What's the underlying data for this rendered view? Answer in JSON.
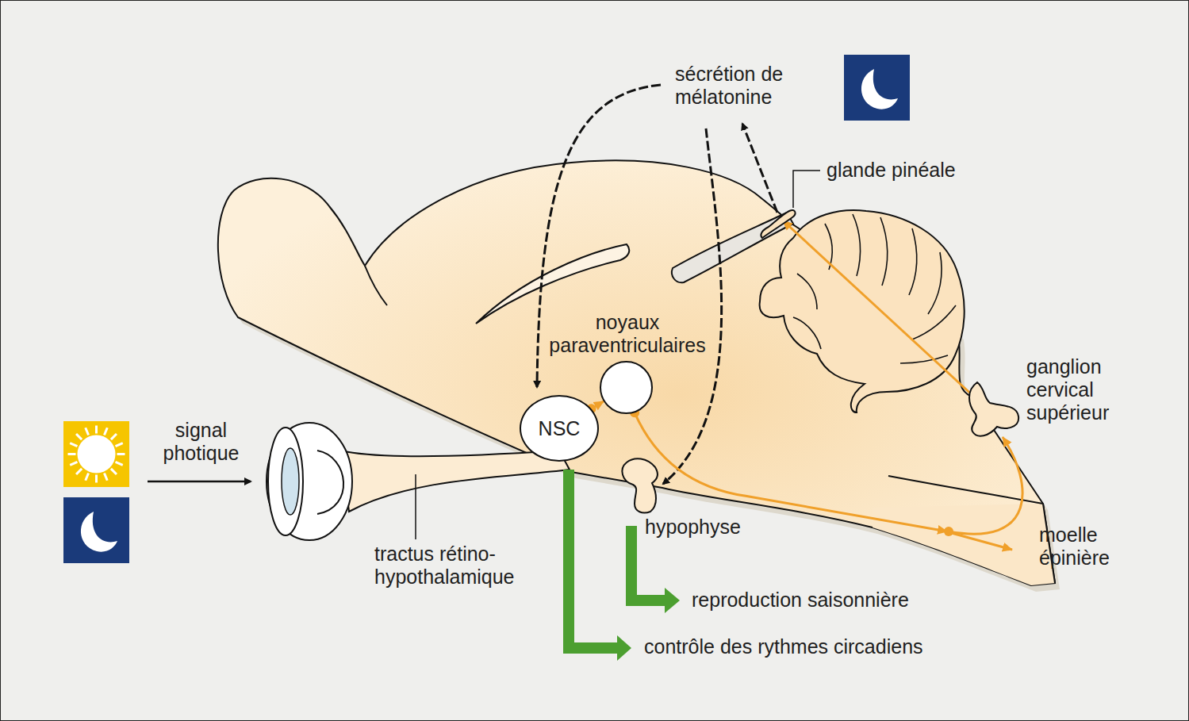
{
  "diagram": {
    "nodes": [
      {
        "text": [
          "glande pinéale"
        ]
      },
      {
        "text": [
          "noyaux paraventriculaires"
        ]
      },
      {
        "text": [
          "NSC"
        ]
      },
      {
        "text": [
          "ganglion cervical supérieur"
        ]
      },
      {
        "text": [
          "hypophyse"
        ]
      },
      {
        "text": [
          "moelle épinière"
        ]
      }
    ],
    "edges": [
      {
        "from": 2,
        "to": 1,
        "arrow": "to"
      },
      {
        "from": 1,
        "to": 5,
        "arrow": "to"
      },
      {
        "from": 5,
        "to": 3,
        "arrow": "to"
      },
      {
        "from": 3,
        "to": 0,
        "arrow": "to"
      }
    ],
    "labels": [
      "sécrétion de mélatonine",
      "signal photique",
      "tractus rétino-hypothalamique",
      "reproduction saisonnière",
      "contrôle des rythmes circadiens"
    ]
  }
}
